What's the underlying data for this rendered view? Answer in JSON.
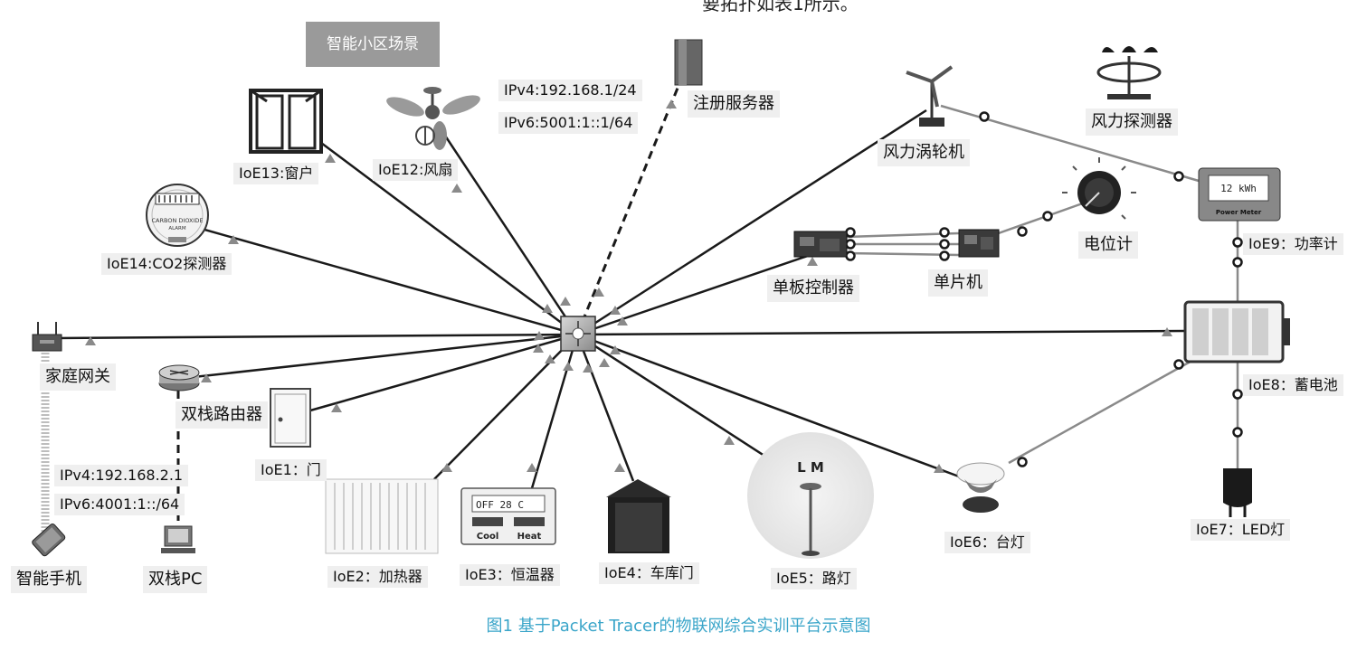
{
  "top_fragment": "要拓扑如表1所示。",
  "scene_title": "智能小区场景",
  "caption": "图1 基于Packet Tracer的物联网综合实训平台示意图",
  "server": {
    "label": "注册服务器",
    "ipv4": "IPv4:192.168.1/24",
    "ipv6": "IPv6:5001:1::1/64"
  },
  "gateway_side": {
    "gateway_label": "家庭网关",
    "router_label": "双栈路由器",
    "ipv4": "IPv4:192.168.2.1",
    "ipv6": "IPv6:4001:1::/64",
    "phone_label": "智能手机",
    "pc_label": "双栈PC"
  },
  "devices": {
    "ioe13": "IoE13:窗户",
    "ioe12": "IoE12:风扇",
    "ioe14": "IoE14:CO2探测器",
    "ioe1": "IoE1：门",
    "ioe2": "IoE2：加热器",
    "ioe3": "IoE3：恒温器",
    "ioe4": "IoE4：车库门",
    "ioe5": "IoE5：路灯",
    "ioe6": "IoE6：台灯",
    "ioe7": "IoE7：LED灯",
    "ioe8": "IoE8：蓄电池",
    "ioe9": "IoE9：功率计"
  },
  "energy": {
    "turbine": "风力涡轮机",
    "wind_detector": "风力探测器",
    "potentiometer": "电位计",
    "board": "单板控制器",
    "mcu": "单片机"
  },
  "device_text": {
    "co2_line1": "CARBON DIOXIDE",
    "co2_line2": "ALARM",
    "power_meter_reading": "12 kWh",
    "power_meter_name": "Power Meter",
    "thermo_display": "OFF  28 C",
    "thermo_cool": "Cool",
    "thermo_heat": "Heat",
    "lamp_letters": "L M"
  },
  "colors": {
    "caption": "#3aa5c9",
    "scene_box": "#9a9a9a",
    "line_dark": "#1a1a1a",
    "line_gray": "#8a8a8a"
  }
}
